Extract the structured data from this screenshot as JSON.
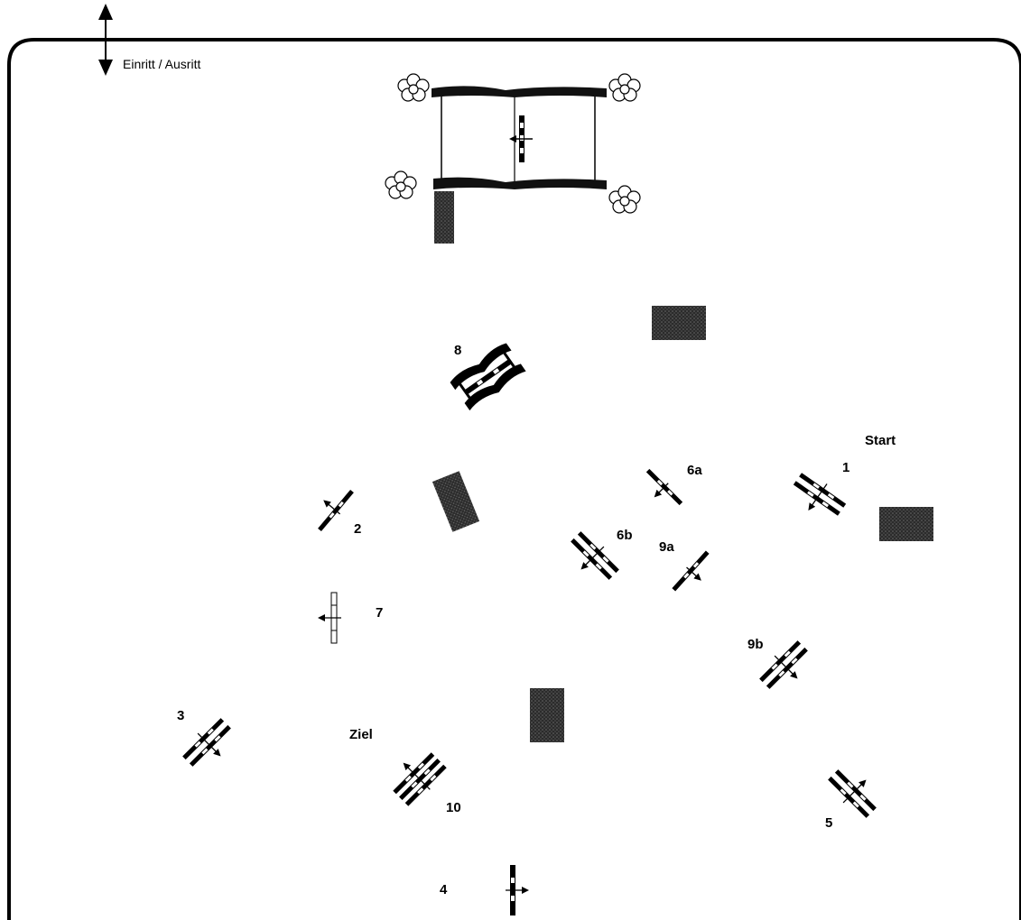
{
  "diagram": {
    "entry_label": "Einritt / Ausritt",
    "start_label": "Start",
    "finish_label": "Ziel",
    "obstacle_labels": [
      "1",
      "2",
      "3",
      "4",
      "5",
      "6a",
      "6b",
      "7",
      "8",
      "9a",
      "9b",
      "10"
    ],
    "colors": {
      "ink": "#000000",
      "background": "#ffffff",
      "block": "#2b2b2b"
    }
  }
}
